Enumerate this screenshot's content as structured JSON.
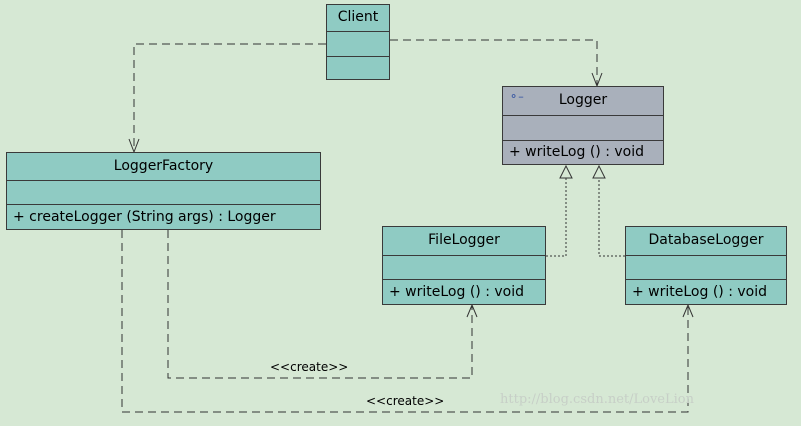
{
  "classes": {
    "client": {
      "name": "Client"
    },
    "logger": {
      "name": "Logger",
      "stereotype_icon": "interface-icon",
      "operation": "+ writeLog () : void"
    },
    "logger_factory": {
      "name": "LoggerFactory",
      "operation": "+ createLogger (String args) : Logger"
    },
    "file_logger": {
      "name": "FileLogger",
      "operation": "+ writeLog () : void"
    },
    "database_logger": {
      "name": "DatabaseLogger",
      "operation": "+ writeLog () : void"
    }
  },
  "relations": {
    "create_file": "<<create>>",
    "create_database": "<<create>>"
  },
  "watermark": "http://blog.csdn.net/LoveLion",
  "colors": {
    "class_fill": "#8fcbc3",
    "interface_fill": "#a9b0bb",
    "background": "#d6e8d4"
  }
}
